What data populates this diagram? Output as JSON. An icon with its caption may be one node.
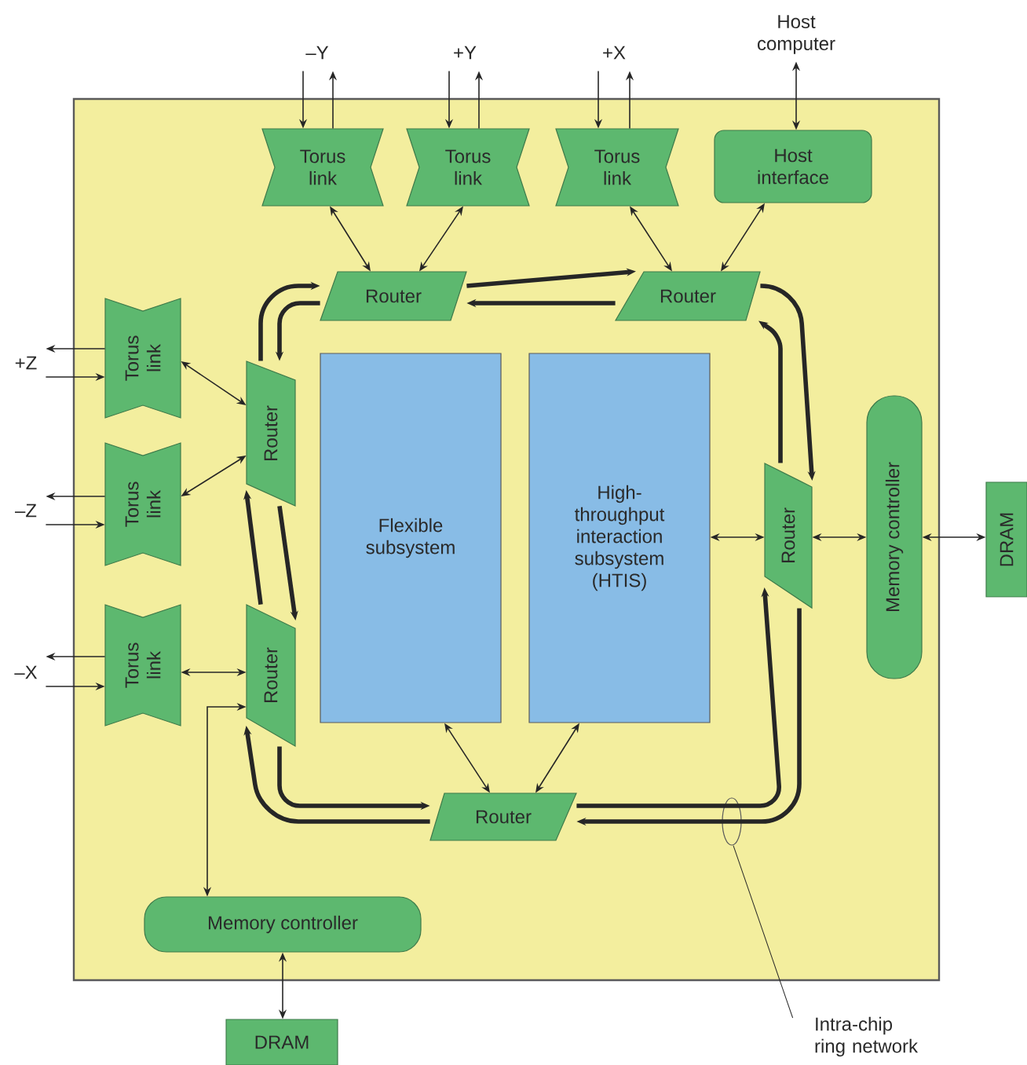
{
  "diagram": {
    "nodes": [
      {
        "text": [],
        "shape": "box"
      },
      {
        "text": [
          "Host computer"
        ]
      },
      {
        "text": [
          "–Y"
        ]
      },
      {
        "text": [
          "+Y"
        ]
      },
      {
        "text": [
          "+X"
        ]
      },
      {
        "text": [
          "Torus link"
        ],
        "in": 0
      },
      {
        "text": [
          "Torus link"
        ],
        "in": 0
      },
      {
        "text": [
          "Torus link"
        ],
        "in": 0
      },
      {
        "text": [
          "Host interface"
        ],
        "in": 0
      },
      {
        "text": [
          "Router"
        ],
        "in": 0
      },
      {
        "text": [
          "Router"
        ],
        "in": 0
      },
      {
        "text": [
          "+Z"
        ]
      },
      {
        "text": [
          "Torus link"
        ],
        "in": 0
      },
      {
        "text": [
          "–Z"
        ]
      },
      {
        "text": [
          "Torus link"
        ],
        "in": 0
      },
      {
        "text": [
          "Router"
        ],
        "in": 0
      },
      {
        "text": [
          "Flexible subsystem"
        ],
        "in": 0
      },
      {
        "text": [
          "High-throughput interaction subsystem (HTIS)"
        ],
        "in": 0
      },
      {
        "text": [
          "Router"
        ],
        "in": 0
      },
      {
        "text": [
          "Memory controller"
        ],
        "in": 0
      },
      {
        "text": [
          "DRAM"
        ]
      },
      {
        "text": [
          "–X"
        ]
      },
      {
        "text": [
          "Torus link"
        ],
        "in": 0
      },
      {
        "text": [
          "Router"
        ],
        "in": 0
      },
      {
        "text": [
          "Router"
        ],
        "in": 0
      },
      {
        "text": [],
        "shape": "ellipse",
        "in": 0
      },
      {
        "text": [
          "Memory controller"
        ],
        "in": 0
      },
      {
        "text": [
          "DRAM"
        ]
      },
      {
        "text": [
          "Intra-chip ring network"
        ]
      }
    ],
    "edges": [
      {
        "from": 2,
        "to": 5,
        "arrow": "to"
      },
      {
        "from": 5,
        "to": 2,
        "arrow": "to"
      },
      {
        "from": 3,
        "to": 6,
        "arrow": "to"
      },
      {
        "from": 6,
        "to": 3,
        "arrow": "to"
      },
      {
        "from": 4,
        "to": 7,
        "arrow": "to"
      },
      {
        "from": 7,
        "to": 4,
        "arrow": "to"
      },
      {
        "from": 1,
        "to": 8,
        "arrow": "both"
      },
      {
        "from": 5,
        "to": 9,
        "arrow": "both"
      },
      {
        "from": 6,
        "to": 9,
        "arrow": "both"
      },
      {
        "from": 7,
        "to": 10,
        "arrow": "both"
      },
      {
        "from": 8,
        "to": 10,
        "arrow": "both"
      },
      {
        "from": 12,
        "to": 11,
        "arrow": "to"
      },
      {
        "from": 11,
        "to": 12,
        "arrow": "to"
      },
      {
        "from": 12,
        "to": 15,
        "arrow": "both"
      },
      {
        "from": 14,
        "to": 13,
        "arrow": "to"
      },
      {
        "from": 13,
        "to": 14,
        "arrow": "to"
      },
      {
        "from": 14,
        "to": 15,
        "arrow": "both"
      },
      {
        "from": 22,
        "to": 21,
        "arrow": "to"
      },
      {
        "from": 21,
        "to": 22,
        "arrow": "to"
      },
      {
        "from": 22,
        "to": 23,
        "arrow": "both"
      },
      {
        "from": 23,
        "to": 26,
        "arrow": "both"
      },
      {
        "from": 16,
        "to": 24,
        "arrow": "both"
      },
      {
        "from": 17,
        "to": 24,
        "arrow": "both"
      },
      {
        "from": 17,
        "to": 18,
        "arrow": "both"
      },
      {
        "from": 18,
        "to": 19,
        "arrow": "both"
      },
      {
        "from": 19,
        "to": 20,
        "arrow": "both"
      },
      {
        "from": 26,
        "to": 27,
        "arrow": "both"
      },
      {
        "from": 28,
        "to": 25,
        "arrow": "none"
      },
      {
        "from": 9,
        "to": 10,
        "arrow": "to",
        "style": "thick"
      },
      {
        "from": 10,
        "to": 18,
        "arrow": "to",
        "style": "thick"
      },
      {
        "from": 18,
        "to": 24,
        "arrow": "to",
        "style": "thick"
      },
      {
        "from": 24,
        "to": 23,
        "arrow": "to",
        "style": "thick"
      },
      {
        "from": 23,
        "to": 15,
        "arrow": "to",
        "style": "thick"
      },
      {
        "from": 15,
        "to": 9,
        "arrow": "to",
        "style": "thick"
      },
      {
        "from": 10,
        "to": 9,
        "arrow": "to",
        "style": "thick"
      },
      {
        "from": 18,
        "to": 10,
        "arrow": "to",
        "style": "thick"
      },
      {
        "from": 24,
        "to": 18,
        "arrow": "to",
        "style": "thick"
      },
      {
        "from": 23,
        "to": 24,
        "arrow": "to",
        "style": "thick"
      },
      {
        "from": 15,
        "to": 23,
        "arrow": "to",
        "style": "thick"
      },
      {
        "from": 9,
        "to": 15,
        "arrow": "to",
        "style": "thick"
      }
    ]
  }
}
